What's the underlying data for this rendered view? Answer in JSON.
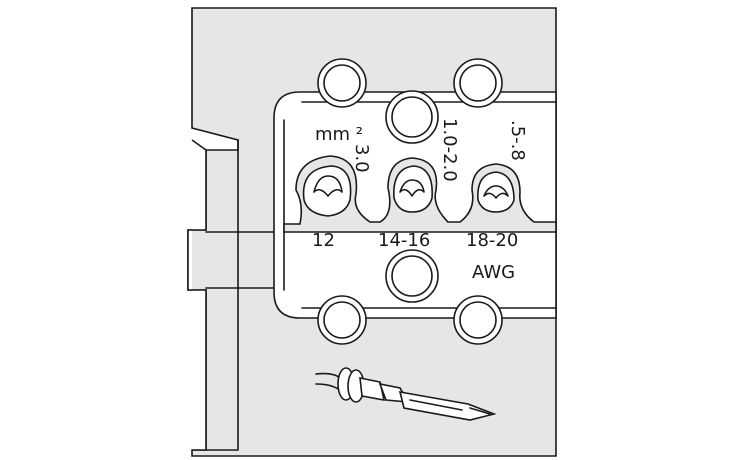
{
  "labels": {
    "unit_mm2": "mm ²",
    "size_a_mm2": "3.0",
    "size_b_mm2": "1.0-2.0",
    "size_c_mm2": ".5-.8",
    "size_a_awg": "12",
    "size_b_awg": "14-16",
    "size_c_awg": "18-20",
    "unit_awg": "AWG"
  },
  "colors": {
    "background": "#ffffff",
    "die_fill": "#e6e6e6",
    "outline": "#1a1a1a"
  }
}
